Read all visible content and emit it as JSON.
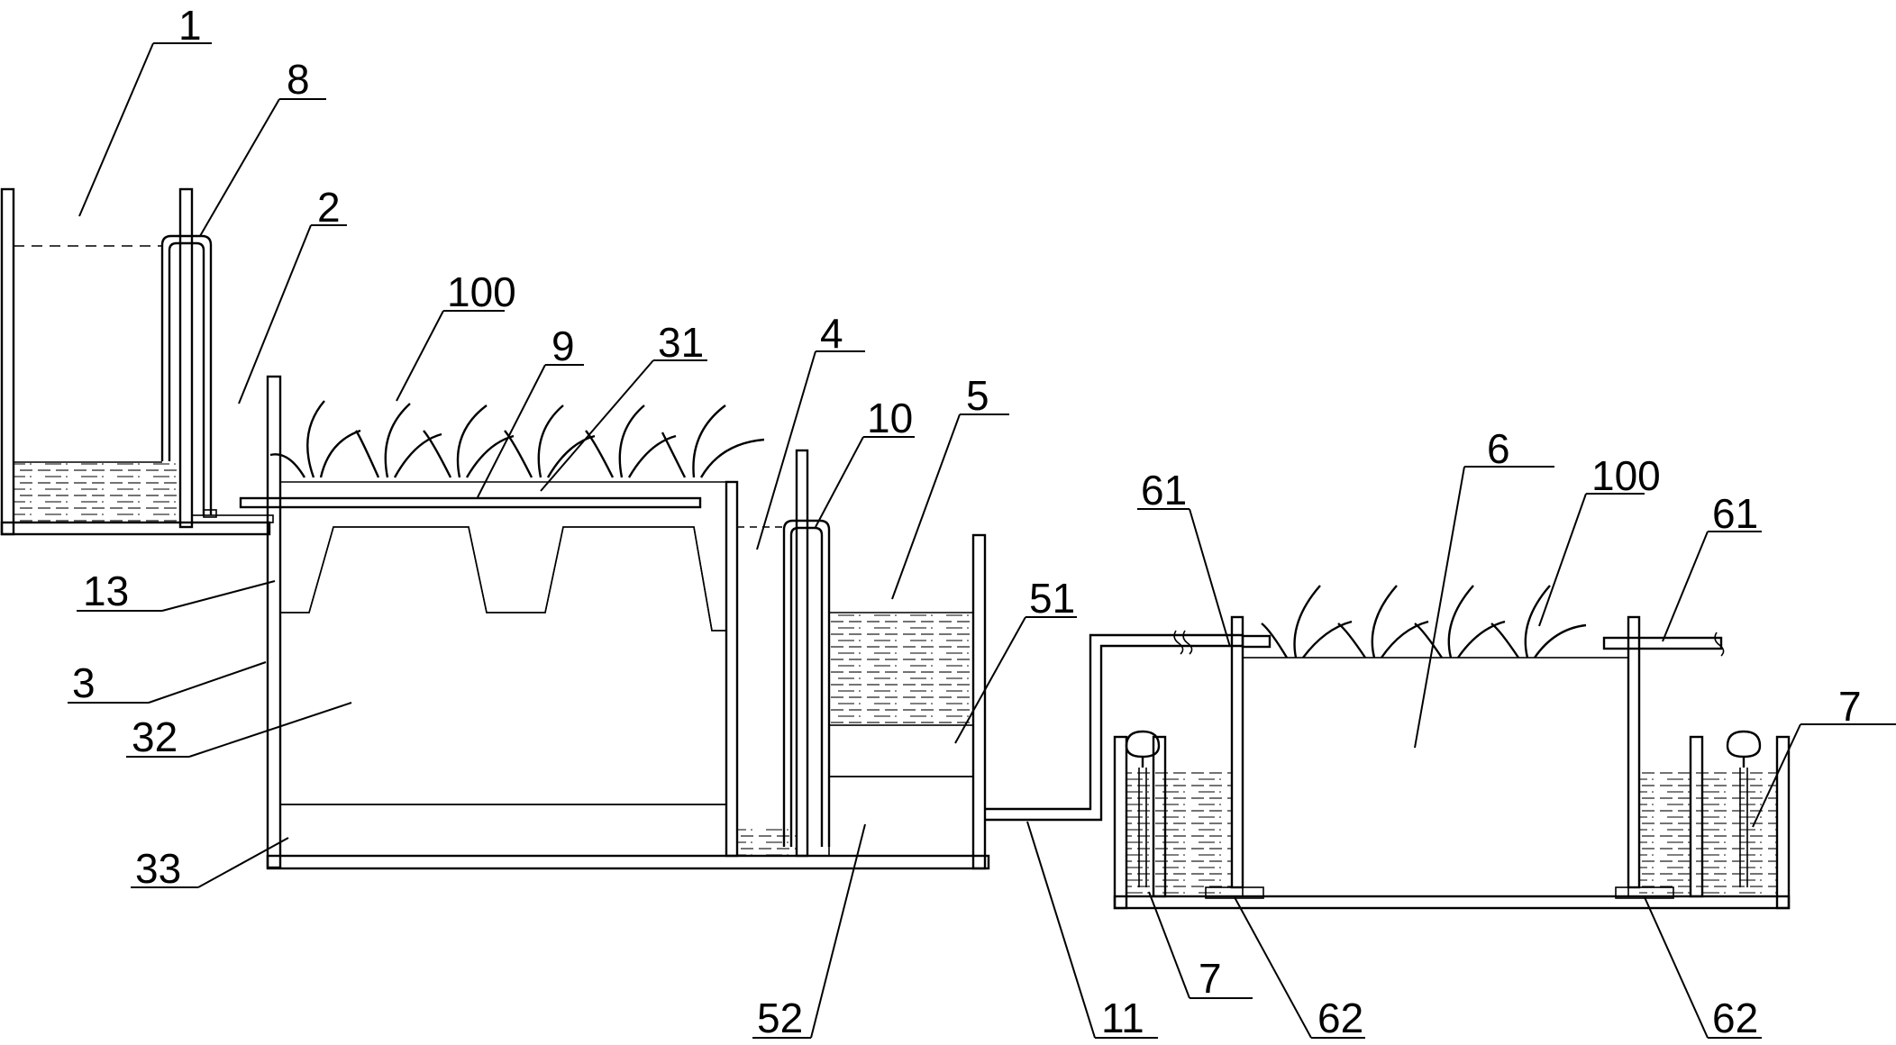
{
  "labels": {
    "l1": "1",
    "l8": "8",
    "l2": "2",
    "l100a": "100",
    "l9": "9",
    "l31": "31",
    "l4": "4",
    "l10": "10",
    "l5": "5",
    "l13": "13",
    "l3": "3",
    "l32": "32",
    "l33": "33",
    "l51": "51",
    "l52": "52",
    "l11": "11",
    "l61a": "61",
    "l6": "6",
    "l100b": "100",
    "l61b": "61",
    "l7a": "7",
    "l7b": "7",
    "l62a": "62",
    "l62b": "62"
  }
}
